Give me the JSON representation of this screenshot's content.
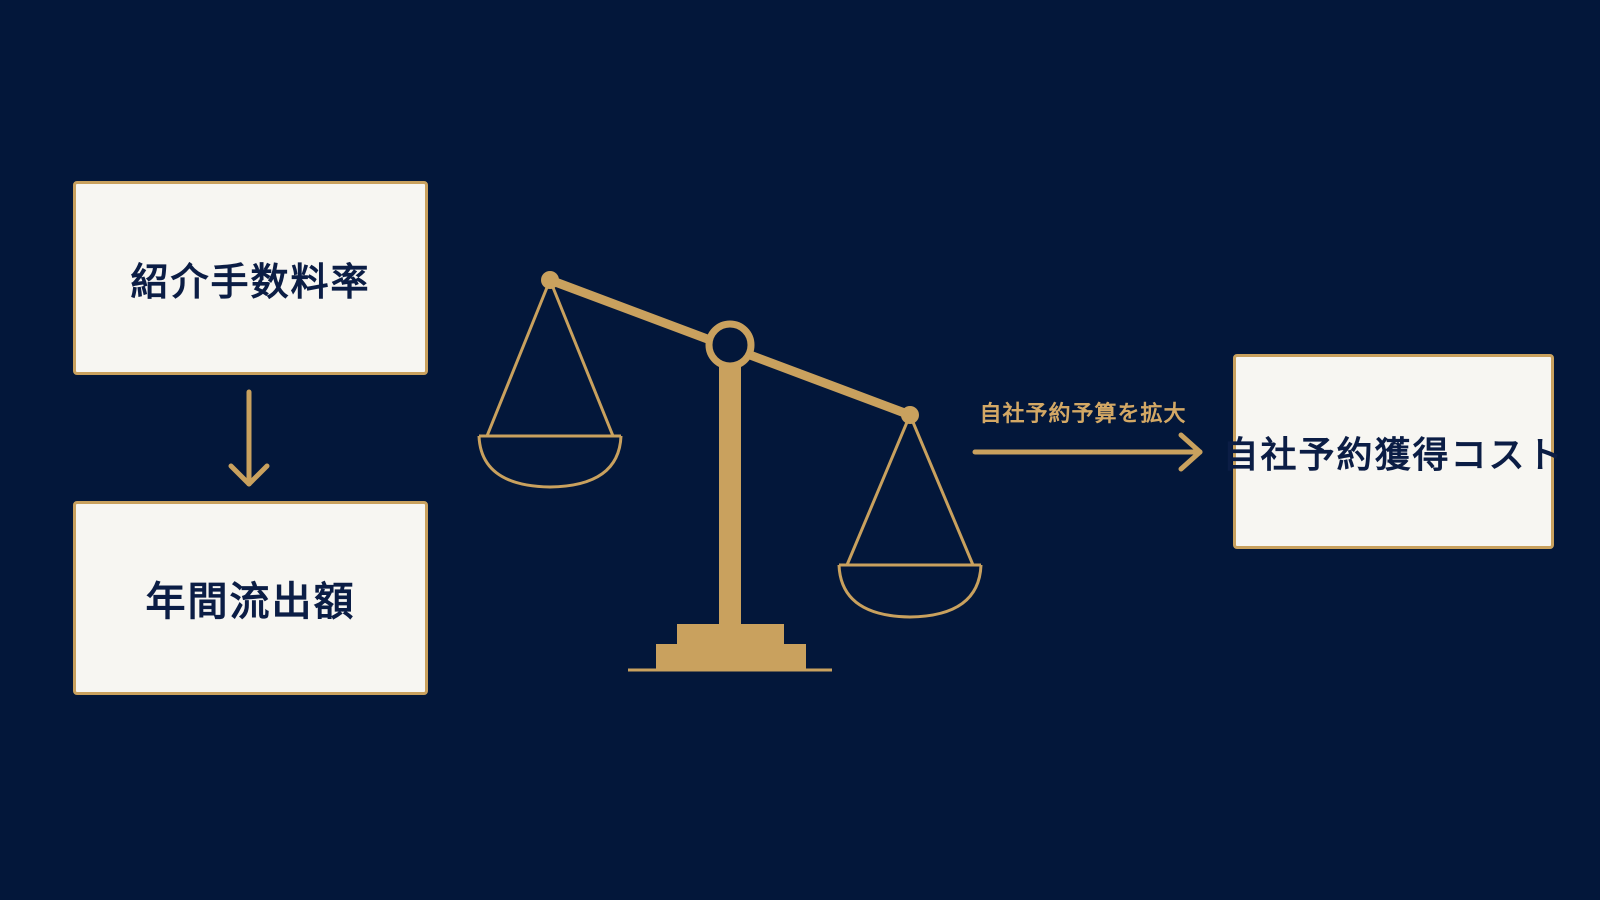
{
  "theme": {
    "background": "#03173a",
    "accent": "#c9a15e",
    "box_fill": "#f7f6f2",
    "text_dark": "#0b1d45"
  },
  "diagram": {
    "input_box_top": {
      "label": "紹介手数料率"
    },
    "input_box_bottom": {
      "label": "年間流出額"
    },
    "arrow_label": "自社予約予算を拡大",
    "output_box": {
      "label": "自社予約獲得コスト"
    },
    "center_icon": "balance-scale-icon"
  }
}
